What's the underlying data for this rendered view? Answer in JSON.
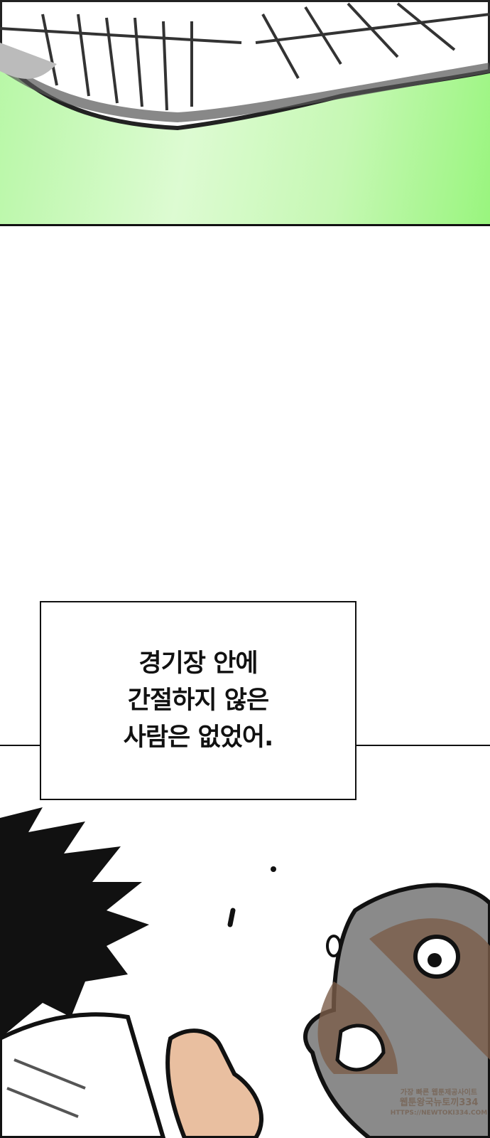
{
  "caption": {
    "lines": [
      "경기장 안에",
      "간절하지 않은",
      "사람은 없었어."
    ]
  },
  "watermark": {
    "line1": "가장 빠른 웹툰제공사이트",
    "line2": "웹툰왕국뉴토끼334",
    "line3": "HTTPS://NEWTOKI334.COM"
  },
  "colors": {
    "panel_green": "#b6f7a4",
    "skin": "#e9bfa0",
    "mask_gray": "#8a8a8a"
  }
}
